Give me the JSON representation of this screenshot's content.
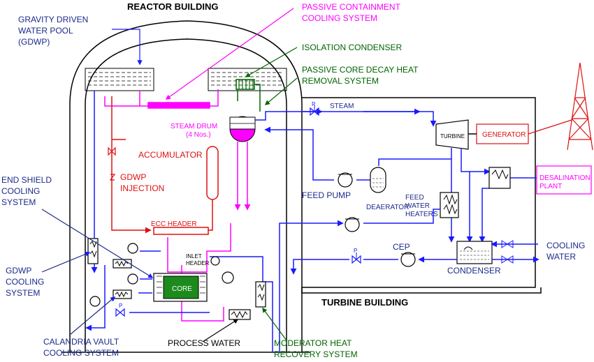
{
  "headings": {
    "reactor_building": "REACTOR BUILDING",
    "turbine_building": "TURBINE BUILDING"
  },
  "labels": {
    "gdwp_1": "GRAVITY DRIVEN",
    "gdwp_2": "WATER POOL",
    "gdwp_3": "(GDWP)",
    "pccs_1": "PASSIVE CONTAINMENT",
    "pccs_2": "COOLING SYSTEM",
    "isolation_condenser": "ISOLATION CONDENSER",
    "pcdhr_1": "PASSIVE CORE DECAY HEAT",
    "pcdhr_2": "REMOVAL SYSTEM",
    "steam_drum_1": "STEAM DRUM",
    "steam_drum_2": "(4 Nos.)",
    "steam": "STEAM",
    "turbine": "TURBINE",
    "generator": "GENERATOR",
    "accumulator": "ACCUMULATOR",
    "gdwp_injection_1": "GDWP",
    "gdwp_injection_2": "INJECTION",
    "end_shield_1": "END SHIELD",
    "end_shield_2": "COOLING",
    "end_shield_3": "SYSTEM",
    "feed_pump": "FEED PUMP",
    "deaerator": "DEAERATOR",
    "feed_water_heaters_1": "FEED",
    "feed_water_heaters_2": "WATER",
    "feed_water_heaters_3": "HEATERS",
    "desalination_1": "DESALINATION",
    "desalination_2": "PLANT",
    "ecc_header": "ECC HEADER",
    "inlet_header_1": "INLET",
    "inlet_header_2": "HEADER",
    "cep": "CEP",
    "condenser": "CONDENSER",
    "cooling_water_1": "COOLING",
    "cooling_water_2": "WATER",
    "gdwp_cooling_1": "GDWP",
    "gdwp_cooling_2": "COOLING",
    "gdwp_cooling_3": "SYSTEM",
    "core": "CORE",
    "calandria_1": "CALANDRIA VAULT",
    "calandria_2": "COOLING SYSTEM",
    "process_water": "PROCESS WATER",
    "moderator_1": "MODERATOR HEAT",
    "moderator_2": "RECOVERY SYSTEM",
    "valve_p": "P"
  },
  "colors": {
    "structure": "#000000",
    "water_blue": "#1a1aff",
    "label_navy": "#1c2a8a",
    "pccs_magenta": "#ff00ff",
    "emergency_red": "#dd1111",
    "isolation_green": "#006400",
    "core_green": "#1d8a1d"
  }
}
